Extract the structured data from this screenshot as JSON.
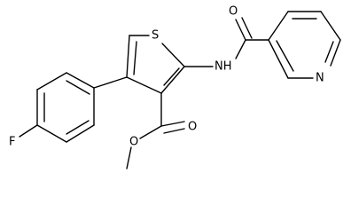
{
  "structure": {
    "atoms": {
      "fluorine": "F",
      "sulfur": "S",
      "amide_nh": "NH",
      "pyridine_n": "N",
      "amide_o": "O",
      "ester_o_carbonyl": "O",
      "ester_o_alkoxy": "O"
    }
  }
}
